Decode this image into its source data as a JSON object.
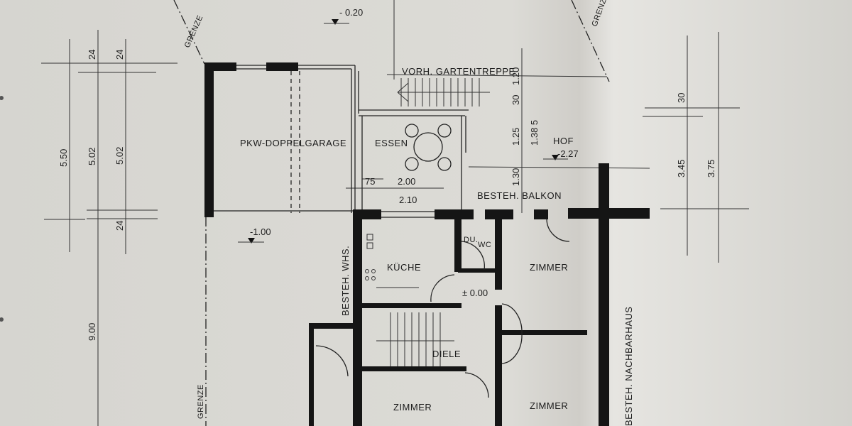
{
  "rooms": {
    "garage": "PKW-DOPPELGARAGE",
    "essen": "ESSEN",
    "hof": "HOF",
    "balkon": "BESTEH. BALKON",
    "kueche": "KÜCHE",
    "du_wc_1": "DU.",
    "du_wc_2": "WC",
    "zimmer_1": "ZIMMER",
    "zimmer_2": "ZIMMER",
    "zimmer_3": "ZIMMER",
    "diele": "DIELE",
    "besteh_whs": "BESTEH. WHS.",
    "nachbarhaus": "BESTEH. NACHBARHAUS",
    "gartentreppe": "VORH. GARTENTREPPE",
    "grenze_1": "GRENZE",
    "grenze_2": "GRENZE",
    "grenze_3": "GRENZE"
  },
  "levels": {
    "top": "- 0.20",
    "garage": "-1.00",
    "hof": "-2.27",
    "diele": "± 0.00"
  },
  "dimensions": {
    "d550": "5.50",
    "d502a": "5.02",
    "d502b": "5.02",
    "d24a": "24",
    "d24b": "24",
    "d24c": "24",
    "d900": "9.00",
    "d75": "75",
    "d200": "2.00",
    "d210": "2.10",
    "d30": "30",
    "d120": "1.20",
    "d125": "1.25",
    "d1385": "1.38 5",
    "d130": "1.30",
    "d30r": "30",
    "d345": "3.45",
    "d375": "3.75"
  }
}
